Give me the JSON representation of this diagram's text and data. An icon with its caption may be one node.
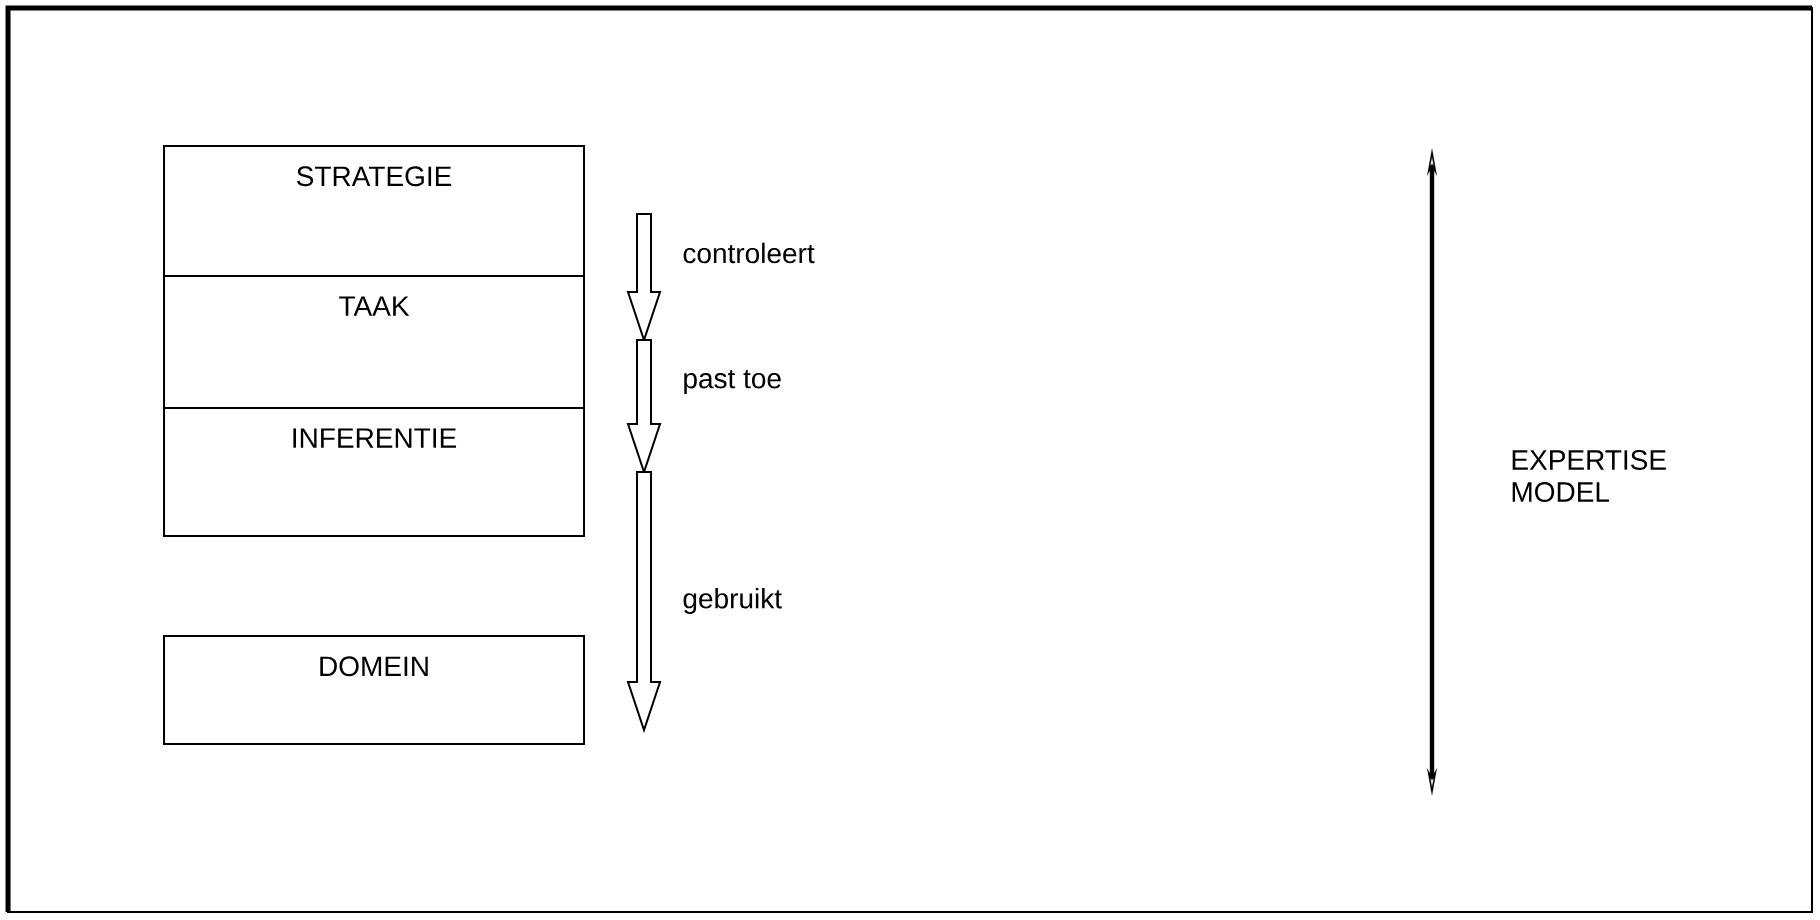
{
  "diagram": {
    "nodes": [
      {
        "text": [
          "STRATEGIE"
        ]
      },
      {
        "text": [
          "TAAK"
        ]
      },
      {
        "text": [
          "INFERENTIE"
        ]
      },
      {
        "text": [
          "DOMEIN"
        ]
      }
    ],
    "edges": [
      {
        "from": 0,
        "to": 1,
        "arrow": "to",
        "label": "controleert"
      },
      {
        "from": 1,
        "to": 2,
        "arrow": "to",
        "label": "past toe"
      },
      {
        "from": 2,
        "to": 3,
        "arrow": "to",
        "label": "gebruikt"
      }
    ],
    "labels": [
      "EXPERTISE MODEL"
    ]
  }
}
